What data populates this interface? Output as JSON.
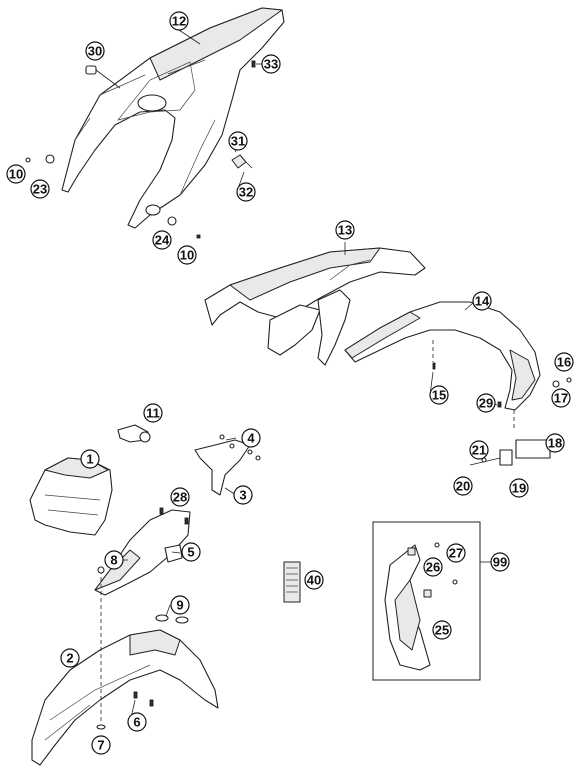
{
  "callouts": [
    {
      "id": "c1",
      "label": "1"
    },
    {
      "id": "c2",
      "label": "2"
    },
    {
      "id": "c3",
      "label": "3"
    },
    {
      "id": "c4",
      "label": "4"
    },
    {
      "id": "c5",
      "label": "5"
    },
    {
      "id": "c6",
      "label": "6"
    },
    {
      "id": "c7",
      "label": "7"
    },
    {
      "id": "c8",
      "label": "8"
    },
    {
      "id": "c9",
      "label": "9"
    },
    {
      "id": "c10a",
      "label": "10"
    },
    {
      "id": "c10b",
      "label": "10"
    },
    {
      "id": "c11",
      "label": "11"
    },
    {
      "id": "c12",
      "label": "12"
    },
    {
      "id": "c13",
      "label": "13"
    },
    {
      "id": "c14",
      "label": "14"
    },
    {
      "id": "c15",
      "label": "15"
    },
    {
      "id": "c16",
      "label": "16"
    },
    {
      "id": "c17",
      "label": "17"
    },
    {
      "id": "c18",
      "label": "18"
    },
    {
      "id": "c19",
      "label": "19"
    },
    {
      "id": "c20",
      "label": "20"
    },
    {
      "id": "c21",
      "label": "21"
    },
    {
      "id": "c23",
      "label": "23"
    },
    {
      "id": "c24",
      "label": "24"
    },
    {
      "id": "c25",
      "label": "25"
    },
    {
      "id": "c26",
      "label": "26"
    },
    {
      "id": "c27",
      "label": "27"
    },
    {
      "id": "c28",
      "label": "28"
    },
    {
      "id": "c29",
      "label": "29"
    },
    {
      "id": "c30",
      "label": "30"
    },
    {
      "id": "c31",
      "label": "31"
    },
    {
      "id": "c32",
      "label": "32"
    },
    {
      "id": "c33",
      "label": "33"
    },
    {
      "id": "c40",
      "label": "40"
    },
    {
      "id": "c99",
      "label": "99"
    }
  ]
}
